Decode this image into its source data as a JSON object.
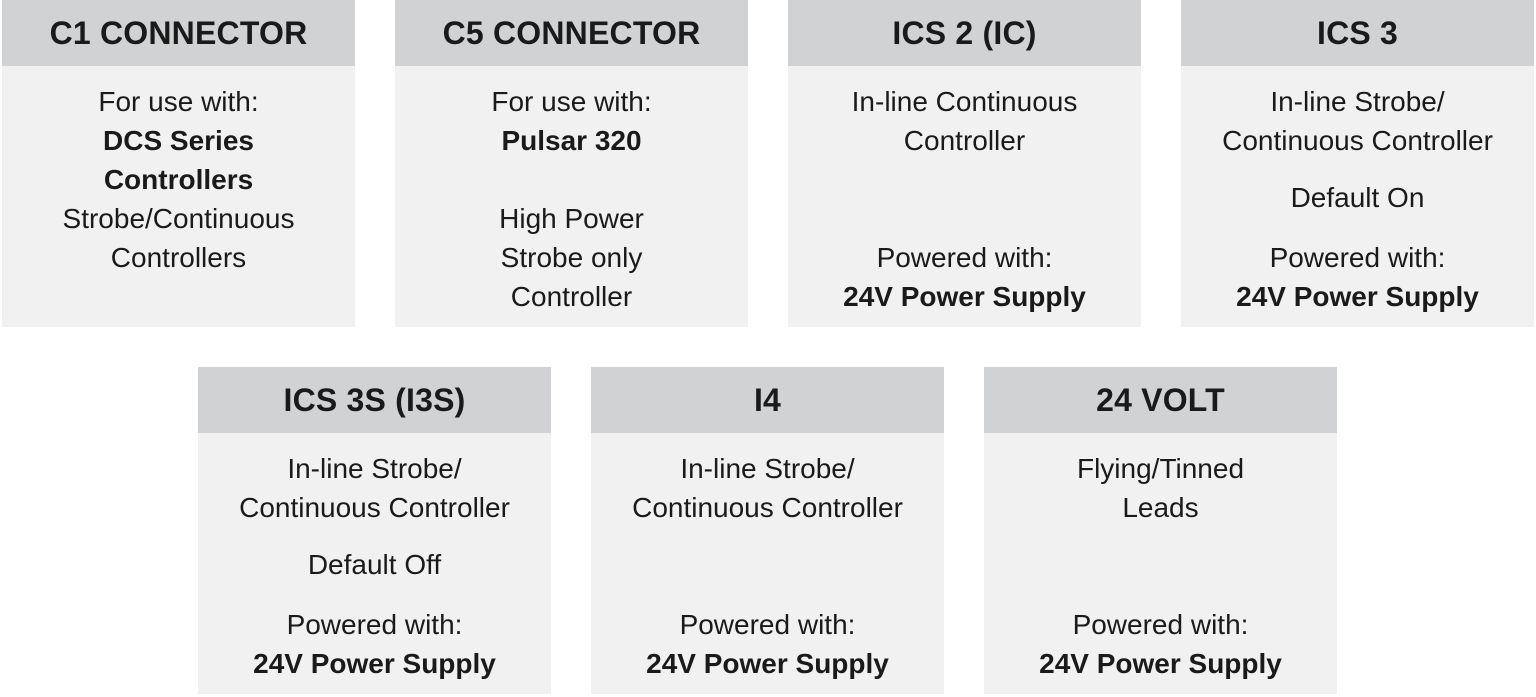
{
  "cards": [
    {
      "title": "C1 CONNECTOR",
      "lines": [
        "For use with:",
        "DCS Series",
        "Controllers",
        "Strobe/Continuous",
        "Controllers"
      ]
    },
    {
      "title": "C5 CONNECTOR",
      "lines": [
        "For use with:",
        "Pulsar 320",
        "High Power",
        "Strobe only",
        "Controller"
      ]
    },
    {
      "title": "ICS 2 (IC)",
      "lines": [
        "In-line Continuous",
        "Controller",
        "Powered with:",
        "24V Power Supply"
      ]
    },
    {
      "title": "ICS 3",
      "lines": [
        "In-line Strobe/",
        "Continuous Controller",
        "Default On",
        "Powered with:",
        "24V Power Supply"
      ]
    },
    {
      "title": "ICS 3S (I3S)",
      "lines": [
        "In-line Strobe/",
        "Continuous Controller",
        "Default Off",
        "Powered with:",
        "24V Power Supply"
      ]
    },
    {
      "title": "I4",
      "lines": [
        "In-line Strobe/",
        "Continuous Controller",
        "Powered with:",
        "24V Power Supply"
      ]
    },
    {
      "title": "24 VOLT",
      "lines": [
        "Flying/Tinned",
        "Leads",
        "Powered with:",
        "24V Power Supply"
      ]
    }
  ]
}
